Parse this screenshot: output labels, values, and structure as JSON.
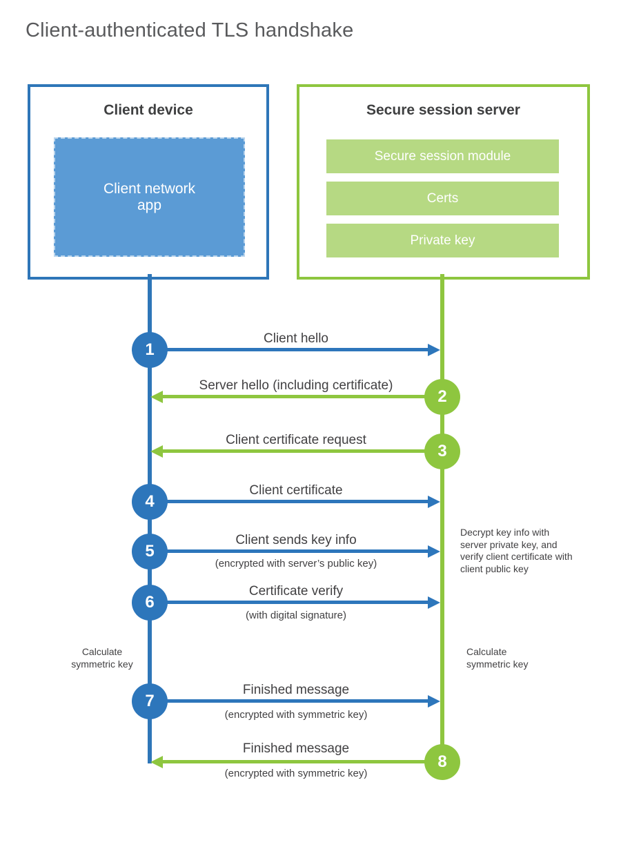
{
  "title": "Client-authenticated TLS handshake",
  "client": {
    "title": "Client device",
    "app_label": "Client network\napp"
  },
  "server": {
    "title": "Secure session server",
    "modules": [
      "Secure session module",
      "Certs",
      "Private key"
    ]
  },
  "messages": [
    {
      "num": "1",
      "label": "Client hello",
      "sub": "",
      "direction": "client-to-server"
    },
    {
      "num": "2",
      "label": "Server hello (including certificate)",
      "sub": "",
      "direction": "server-to-client"
    },
    {
      "num": "3",
      "label": "Client certificate request",
      "sub": "",
      "direction": "server-to-client"
    },
    {
      "num": "4",
      "label": "Client certificate",
      "sub": "",
      "direction": "client-to-server"
    },
    {
      "num": "5",
      "label": "Client sends key info",
      "sub": "(encrypted with server’s public key)",
      "direction": "client-to-server"
    },
    {
      "num": "6",
      "label": "Certificate verify",
      "sub": "(with digital signature)",
      "direction": "client-to-server"
    },
    {
      "num": "7",
      "label": "Finished message",
      "sub": "(encrypted with symmetric key)",
      "direction": "client-to-server"
    },
    {
      "num": "8",
      "label": "Finished message",
      "sub": "(encrypted with symmetric key)",
      "direction": "server-to-client"
    }
  ],
  "notes": {
    "decrypt": "Decrypt key info with server private key, and verify client certificate with client public key",
    "calc_left": "Calculate symmetric key",
    "calc_right": "Calculate symmetric key"
  },
  "colors": {
    "blue": "#2d76bb",
    "light_blue": "#5b9bd5",
    "green": "#8ec63f",
    "light_green": "#b6d983",
    "text": "#414042",
    "title": "#595a5c"
  }
}
